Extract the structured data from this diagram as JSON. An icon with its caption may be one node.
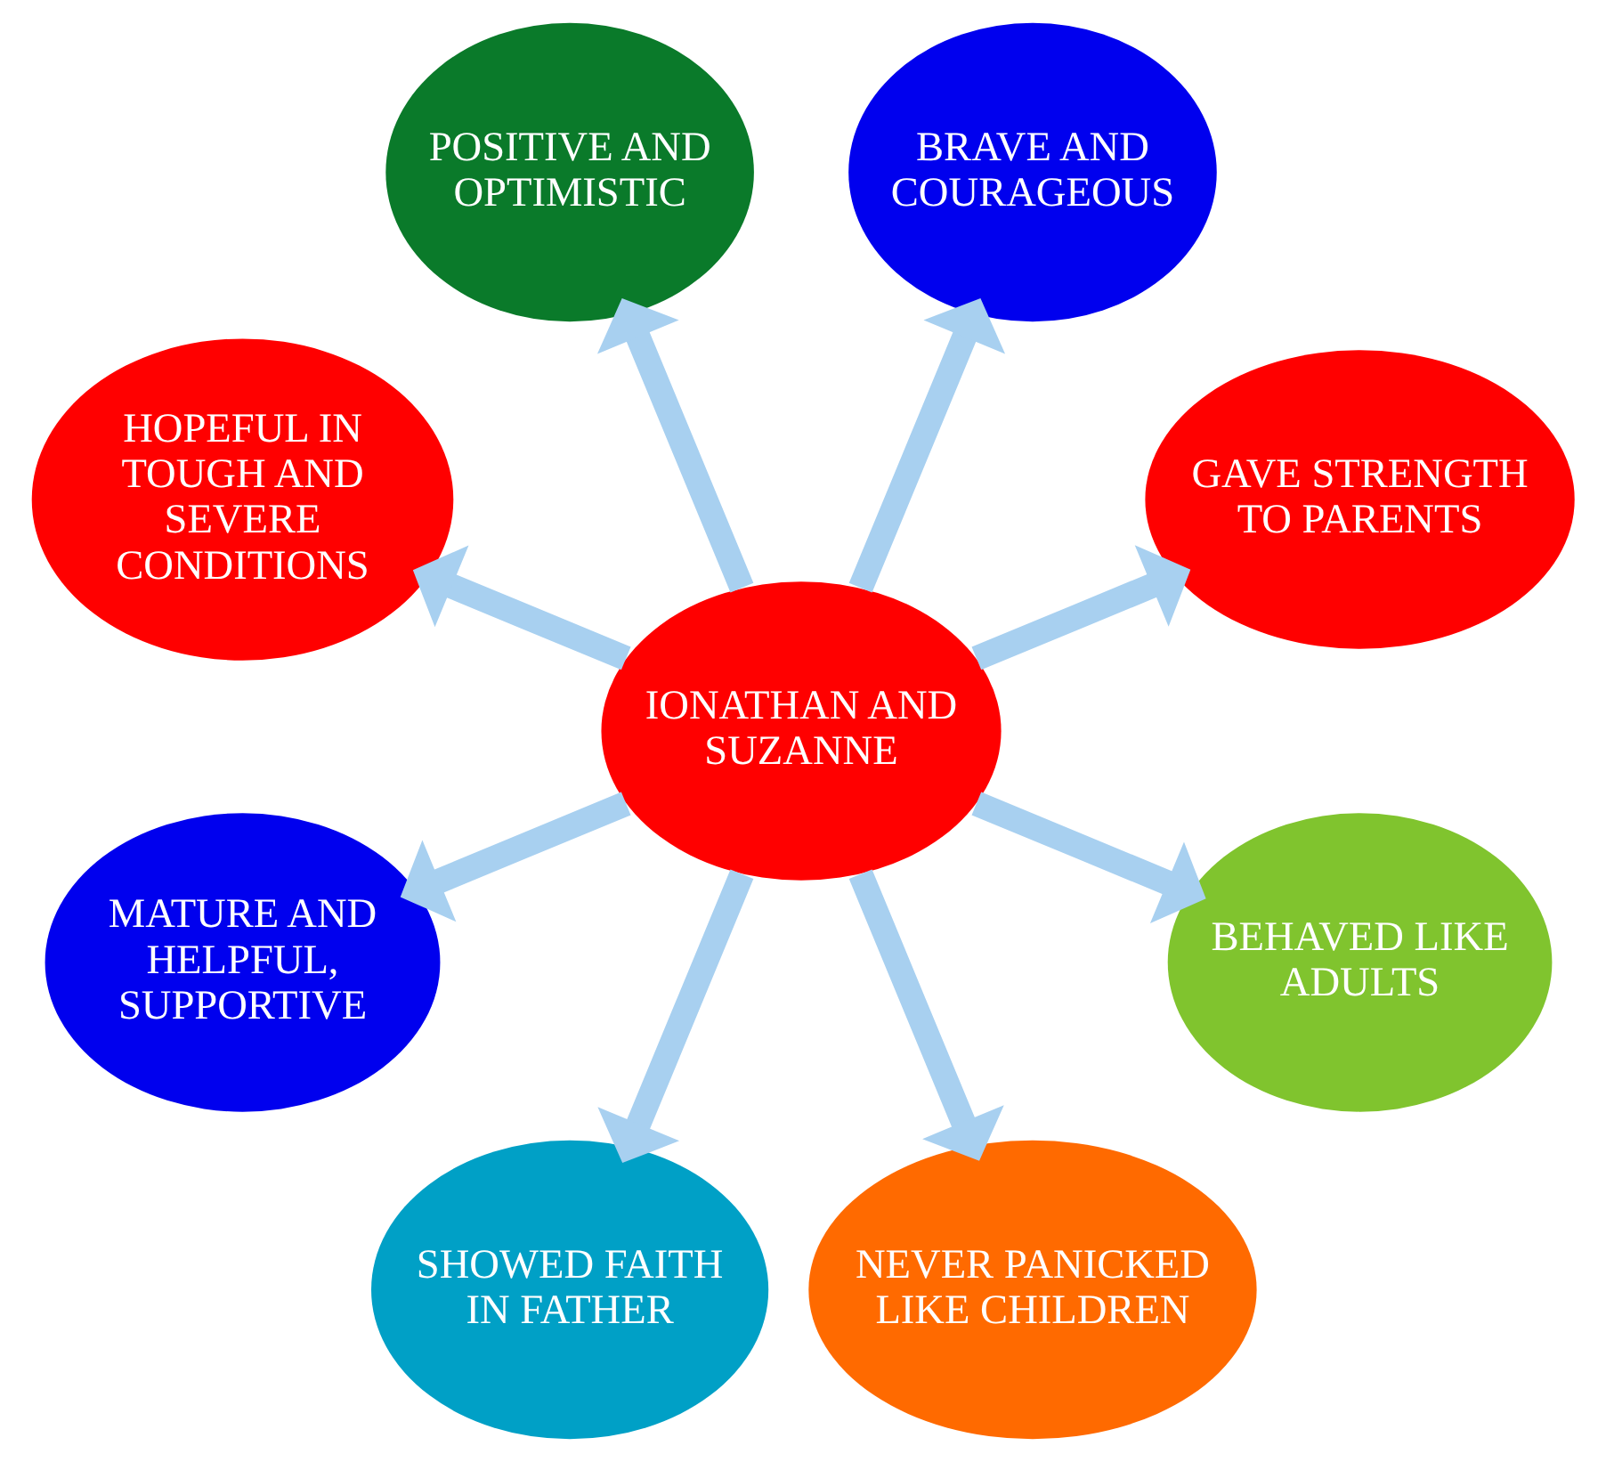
{
  "diagram": {
    "nodes": [
      {
        "text": [
          "IONATHAN AND SUZANNE"
        ]
      },
      {
        "text": [
          "GAVE STRENGTH TO PARENTS"
        ]
      },
      {
        "text": [
          "BRAVE AND COURAGEOUS"
        ]
      },
      {
        "text": [
          "POSITIVE AND OPTIMISTIC"
        ]
      },
      {
        "text": [
          "HOPEFUL IN TOUGH AND SEVERE CONDITIONS"
        ]
      },
      {
        "text": [
          "MATURE AND HELPFUL, SUPPORTIVE"
        ]
      },
      {
        "text": [
          "SHOWED FAITH IN FATHER"
        ]
      },
      {
        "text": [
          "NEVER PANICKED LIKE CHILDREN"
        ]
      },
      {
        "text": [
          "BEHAVED LIKE ADULTS"
        ]
      }
    ],
    "edges": [
      {
        "from": 0,
        "to": 1,
        "arrow": "to"
      },
      {
        "from": 0,
        "to": 2,
        "arrow": "to"
      },
      {
        "from": 0,
        "to": 3,
        "arrow": "to"
      },
      {
        "from": 0,
        "to": 4,
        "arrow": "to"
      },
      {
        "from": 0,
        "to": 5,
        "arrow": "to"
      },
      {
        "from": 0,
        "to": 6,
        "arrow": "to"
      },
      {
        "from": 0,
        "to": 7,
        "arrow": "to"
      },
      {
        "from": 0,
        "to": 8,
        "arrow": "to"
      }
    ]
  }
}
